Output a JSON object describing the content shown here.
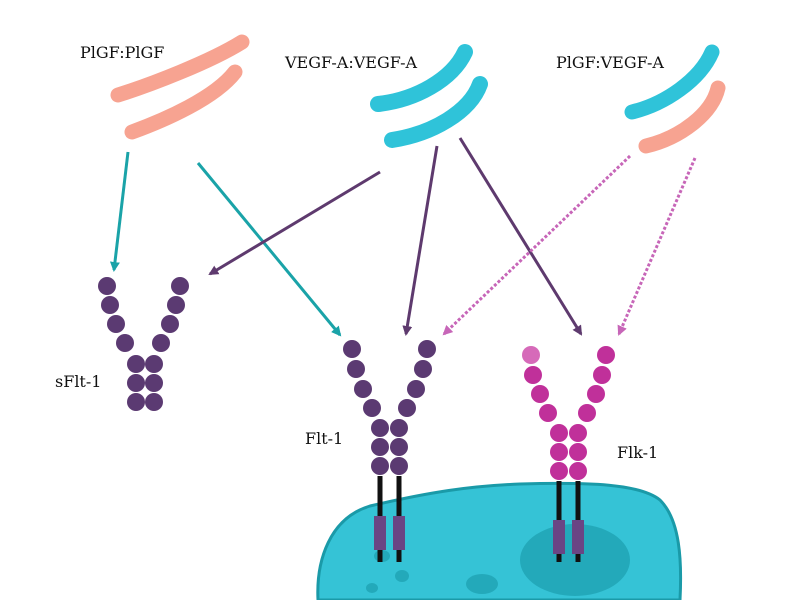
{
  "labels": {
    "plgf_homodimer": "PlGF:PlGF",
    "vegfa_homodimer": "VEGF-A:VEGF-A",
    "heterodimer": "PlGF:VEGF-A",
    "sflt1": "sFlt-1",
    "flt1": "Flt-1",
    "flk1": "Flk-1"
  },
  "colors": {
    "plgf": "#f7a391",
    "vegfa": "#2fc3d9",
    "teal_arrow": "#1aa3a8",
    "purple_arrow": "#5e3a6e",
    "pink_arrow": "#c766b8",
    "flt_receptor": "#5b3a72",
    "flk_receptor": "#c0309a",
    "flk_tip": "#d66ab9",
    "cell_fill": "#35c3d6",
    "cell_outline": "#1a9aa8",
    "cell_inner": "#23a9ba",
    "tm_block": "#6a4584",
    "membrane_line": "#111111"
  },
  "arrows": [
    {
      "id": "plgf-to-sflt1",
      "from": "PlGF:PlGF",
      "to": "sFlt-1",
      "style": "solid",
      "color_key": "teal_arrow"
    },
    {
      "id": "plgf-to-flt1",
      "from": "PlGF:PlGF",
      "to": "Flt-1",
      "style": "solid",
      "color_key": "teal_arrow"
    },
    {
      "id": "vegfa-to-sflt1",
      "from": "VEGF-A:VEGF-A",
      "to": "sFlt-1",
      "style": "solid",
      "color_key": "purple_arrow"
    },
    {
      "id": "vegfa-to-flt1",
      "from": "VEGF-A:VEGF-A",
      "to": "Flt-1",
      "style": "solid",
      "color_key": "purple_arrow"
    },
    {
      "id": "vegfa-to-flk1",
      "from": "VEGF-A:VEGF-A",
      "to": "Flk-1",
      "style": "solid",
      "color_key": "purple_arrow"
    },
    {
      "id": "hetero-to-flt1",
      "from": "PlGF:VEGF-A",
      "to": "Flt-1",
      "style": "dotted",
      "color_key": "pink_arrow"
    },
    {
      "id": "hetero-to-flk1",
      "from": "PlGF:VEGF-A",
      "to": "Flk-1",
      "style": "dotted",
      "color_key": "pink_arrow"
    }
  ]
}
